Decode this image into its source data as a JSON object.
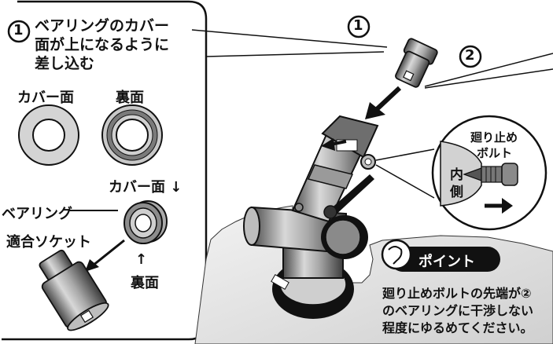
{
  "step1": {
    "number": "1",
    "line1": "ベアリングのカバー",
    "line2": "面が上になるように",
    "line3": "差し込む"
  },
  "labels": {
    "cover_face": "カバー面",
    "back_face": "裏面",
    "cover_face_down": "カバー面 ↓",
    "bearing": "ベアリング",
    "socket": "適合ソケット",
    "up_arrow": "↑",
    "back_face_bottom": "裏面"
  },
  "callout_numbers": {
    "n1": "1",
    "n2": "2"
  },
  "detail": {
    "bolt_line1": "廻り止め",
    "bolt_line2": "ボルト",
    "inner_line1": "内",
    "inner_line2": "側"
  },
  "point": {
    "badge": "ポイント",
    "line1": "廻り止めボルトの先端が②",
    "line2": "のベアリングに干渉しない",
    "line3": "程度にゆるめてください。"
  },
  "colors": {
    "ink": "#111111",
    "metal_dark": "#555555",
    "metal_mid": "#9a9a9a",
    "metal_light": "#d6d6d6",
    "ring_gray": "#8a8a8a",
    "blade_gray": "#ececec"
  }
}
